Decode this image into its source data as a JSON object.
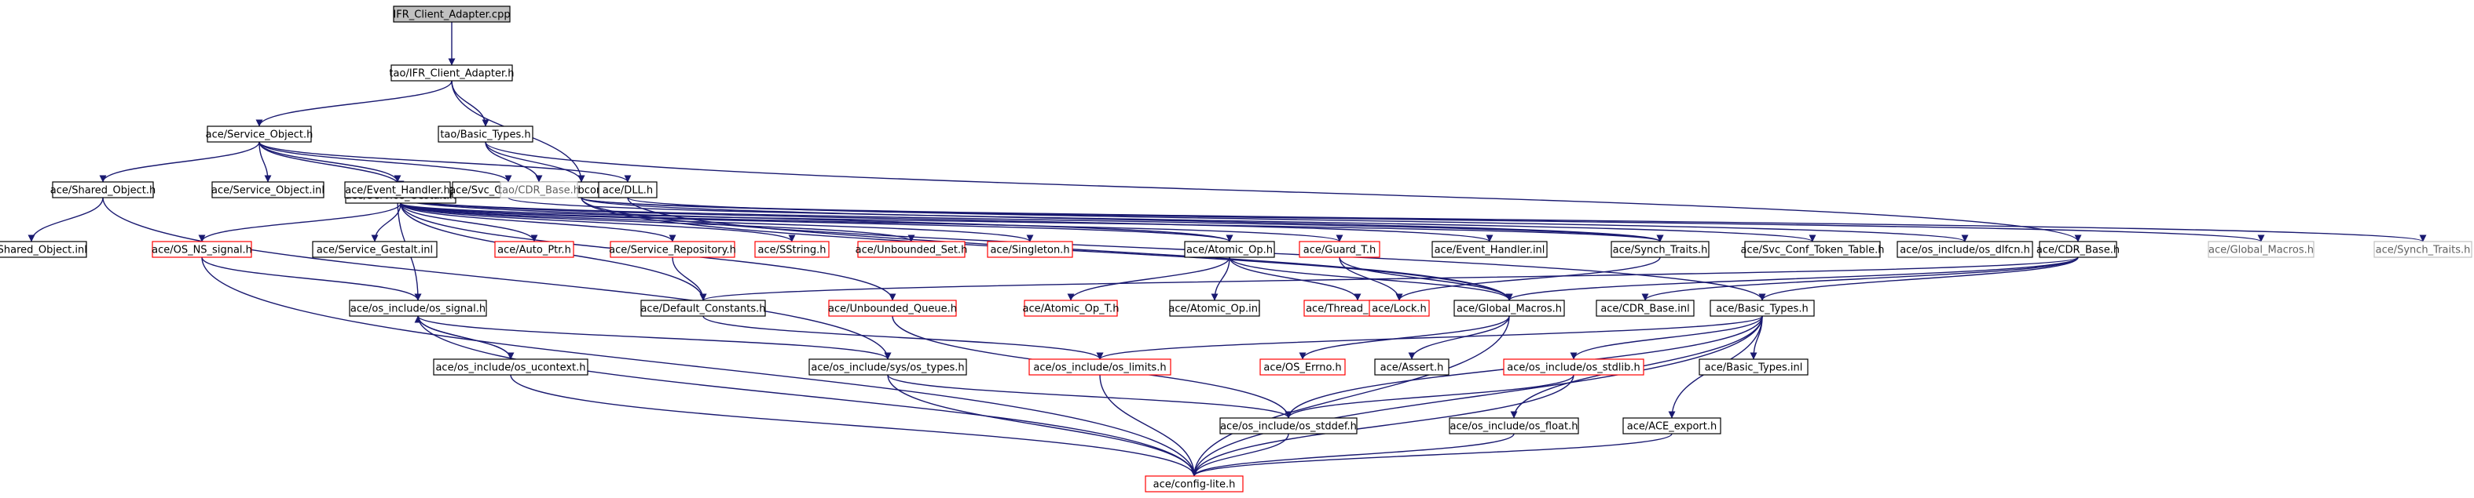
{
  "colors": {
    "background": "#ffffff",
    "edge": "#191970",
    "node_border": "#000000",
    "node_border_external": "#ff0000",
    "node_border_system": "#c0c0c0",
    "root_fill": "#c0c0c0",
    "text": "#000000"
  },
  "nodes": [
    {
      "id": "ifr_cpp",
      "label": "IFR_Client_Adapter.cpp",
      "kind": "root"
    },
    {
      "id": "ifr_h",
      "label": "tao/IFR_Client_Adapter.h",
      "kind": "normal"
    },
    {
      "id": "svc_obj",
      "label": "ace/Service_Object.h",
      "kind": "normal"
    },
    {
      "id": "tao_basic",
      "label": "tao/Basic_Types.h",
      "kind": "normal"
    },
    {
      "id": "orbconf",
      "label": "tao/orbconf.h",
      "kind": "normal"
    },
    {
      "id": "shared_obj",
      "label": "ace/Shared_Object.h",
      "kind": "normal"
    },
    {
      "id": "svc_gestalt",
      "label": "ace/Service_Gestalt.h",
      "kind": "normal"
    },
    {
      "id": "svc_obj_inl",
      "label": "ace/Service_Object.inl",
      "kind": "normal"
    },
    {
      "id": "event_handler",
      "label": "ace/Event_Handler.h",
      "kind": "normal"
    },
    {
      "id": "svc_conf_tokens",
      "label": "ace/Svc_Conf_Tokens.h",
      "kind": "normal"
    },
    {
      "id": "dll",
      "label": "ace/DLL.h",
      "kind": "normal"
    },
    {
      "id": "tao_cdr_base",
      "label": "tao/CDR_Base.h",
      "kind": "system"
    },
    {
      "id": "shared_obj_inl",
      "label": "ace/Shared_Object.inl",
      "kind": "normal"
    },
    {
      "id": "os_ns_signal",
      "label": "ace/OS_NS_signal.h",
      "kind": "external"
    },
    {
      "id": "svc_gestalt_inl",
      "label": "ace/Service_Gestalt.inl",
      "kind": "normal"
    },
    {
      "id": "auto_ptr",
      "label": "ace/Auto_Ptr.h",
      "kind": "external"
    },
    {
      "id": "svc_repo",
      "label": "ace/Service_Repository.h",
      "kind": "external"
    },
    {
      "id": "sstring",
      "label": "ace/SString.h",
      "kind": "external"
    },
    {
      "id": "unbounded_set",
      "label": "ace/Unbounded_Set.h",
      "kind": "external"
    },
    {
      "id": "singleton",
      "label": "ace/Singleton.h",
      "kind": "external"
    },
    {
      "id": "atomic_op",
      "label": "ace/Atomic_Op.h",
      "kind": "normal"
    },
    {
      "id": "guard_t",
      "label": "ace/Guard_T.h",
      "kind": "external"
    },
    {
      "id": "event_handler_inl",
      "label": "ace/Event_Handler.inl",
      "kind": "normal"
    },
    {
      "id": "synch_traits",
      "label": "ace/Synch_Traits.h",
      "kind": "normal"
    },
    {
      "id": "svc_conf_token_table",
      "label": "ace/Svc_Conf_Token_Table.h",
      "kind": "normal"
    },
    {
      "id": "os_dlfcn",
      "label": "ace/os_include/os_dlfcn.h",
      "kind": "normal"
    },
    {
      "id": "cdr_base",
      "label": "ace/CDR_Base.h",
      "kind": "normal"
    },
    {
      "id": "global_macros_sys",
      "label": "ace/Global_Macros.h",
      "kind": "system"
    },
    {
      "id": "synch_traits_sys",
      "label": "ace/Synch_Traits.h",
      "kind": "system"
    },
    {
      "id": "os_signal",
      "label": "ace/os_include/os_signal.h",
      "kind": "normal"
    },
    {
      "id": "default_constants",
      "label": "ace/Default_Constants.h",
      "kind": "normal"
    },
    {
      "id": "unbounded_queue",
      "label": "ace/Unbounded_Queue.h",
      "kind": "external"
    },
    {
      "id": "atomic_op_t",
      "label": "ace/Atomic_Op_T.h",
      "kind": "external"
    },
    {
      "id": "atomic_op_inl",
      "label": "ace/Atomic_Op.inl",
      "kind": "normal"
    },
    {
      "id": "thread_mutex",
      "label": "ace/Thread_Mutex.h",
      "kind": "external"
    },
    {
      "id": "lock",
      "label": "ace/Lock.h",
      "kind": "external"
    },
    {
      "id": "global_macros",
      "label": "ace/Global_Macros.h",
      "kind": "normal"
    },
    {
      "id": "cdr_base_inl",
      "label": "ace/CDR_Base.inl",
      "kind": "normal"
    },
    {
      "id": "basic_types",
      "label": "ace/Basic_Types.h",
      "kind": "normal"
    },
    {
      "id": "os_ucontext",
      "label": "ace/os_include/os_ucontext.h",
      "kind": "normal"
    },
    {
      "id": "os_sys_types",
      "label": "ace/os_include/sys/os_types.h",
      "kind": "normal"
    },
    {
      "id": "os_limits",
      "label": "ace/os_include/os_limits.h",
      "kind": "external"
    },
    {
      "id": "os_errno",
      "label": "ace/OS_Errno.h",
      "kind": "external"
    },
    {
      "id": "assert",
      "label": "ace/Assert.h",
      "kind": "normal"
    },
    {
      "id": "os_stdlib",
      "label": "ace/os_include/os_stdlib.h",
      "kind": "external"
    },
    {
      "id": "basic_types_inl",
      "label": "ace/Basic_Types.inl",
      "kind": "normal"
    },
    {
      "id": "os_stddef",
      "label": "ace/os_include/os_stddef.h",
      "kind": "normal"
    },
    {
      "id": "os_float",
      "label": "ace/os_include/os_float.h",
      "kind": "normal"
    },
    {
      "id": "ace_export",
      "label": "ace/ACE_export.h",
      "kind": "normal"
    },
    {
      "id": "config_lite",
      "label": "ace/config-lite.h",
      "kind": "external"
    }
  ],
  "edges": [
    [
      "ifr_cpp",
      "ifr_h"
    ],
    [
      "ifr_h",
      "svc_obj"
    ],
    [
      "ifr_h",
      "tao_basic"
    ],
    [
      "ifr_h",
      "orbconf"
    ],
    [
      "svc_obj",
      "shared_obj"
    ],
    [
      "svc_obj",
      "svc_gestalt"
    ],
    [
      "svc_obj",
      "svc_obj_inl"
    ],
    [
      "svc_obj",
      "event_handler"
    ],
    [
      "svc_obj",
      "svc_conf_tokens"
    ],
    [
      "svc_obj",
      "dll"
    ],
    [
      "tao_basic",
      "tao_cdr_base"
    ],
    [
      "tao_basic",
      "cdr_base"
    ],
    [
      "tao_basic",
      "orbconf"
    ],
    [
      "orbconf",
      "synch_traits"
    ],
    [
      "orbconf",
      "global_macros_sys"
    ],
    [
      "orbconf",
      "synch_traits_sys"
    ],
    [
      "orbconf",
      "basic_types"
    ],
    [
      "orbconf",
      "global_macros"
    ],
    [
      "shared_obj",
      "shared_obj_inl"
    ],
    [
      "shared_obj",
      "os_sys_types"
    ],
    [
      "svc_gestalt",
      "os_ns_signal"
    ],
    [
      "svc_gestalt",
      "svc_gestalt_inl"
    ],
    [
      "svc_gestalt",
      "auto_ptr"
    ],
    [
      "svc_gestalt",
      "svc_repo"
    ],
    [
      "svc_gestalt",
      "sstring"
    ],
    [
      "svc_gestalt",
      "unbounded_set"
    ],
    [
      "svc_gestalt",
      "singleton"
    ],
    [
      "svc_gestalt",
      "atomic_op"
    ],
    [
      "svc_gestalt",
      "guard_t"
    ],
    [
      "svc_gestalt",
      "synch_traits"
    ],
    [
      "svc_gestalt",
      "default_constants"
    ],
    [
      "svc_gestalt",
      "unbounded_queue"
    ],
    [
      "event_handler",
      "event_handler_inl"
    ],
    [
      "event_handler",
      "synch_traits"
    ],
    [
      "event_handler",
      "atomic_op"
    ],
    [
      "event_handler",
      "os_signal"
    ],
    [
      "svc_conf_tokens",
      "svc_conf_token_table"
    ],
    [
      "dll",
      "os_dlfcn"
    ],
    [
      "dll",
      "global_macros"
    ],
    [
      "os_ns_signal",
      "os_signal"
    ],
    [
      "os_ns_signal",
      "config_lite"
    ],
    [
      "svc_repo",
      "default_constants"
    ],
    [
      "atomic_op",
      "atomic_op_t"
    ],
    [
      "atomic_op",
      "atomic_op_inl"
    ],
    [
      "atomic_op",
      "thread_mutex"
    ],
    [
      "atomic_op",
      "global_macros"
    ],
    [
      "guard_t",
      "lock"
    ],
    [
      "guard_t",
      "global_macros"
    ],
    [
      "synch_traits",
      "lock"
    ],
    [
      "cdr_base",
      "basic_types"
    ],
    [
      "cdr_base",
      "cdr_base_inl"
    ],
    [
      "cdr_base",
      "default_constants"
    ],
    [
      "cdr_base",
      "global_macros"
    ],
    [
      "os_signal",
      "os_ucontext"
    ],
    [
      "os_signal",
      "os_sys_types"
    ],
    [
      "os_signal",
      "config_lite"
    ],
    [
      "os_ucontext",
      "os_signal"
    ],
    [
      "os_ucontext",
      "config_lite"
    ],
    [
      "default_constants",
      "os_limits"
    ],
    [
      "unbounded_queue",
      "os_stddef"
    ],
    [
      "global_macros",
      "config_lite"
    ],
    [
      "global_macros",
      "os_errno"
    ],
    [
      "global_macros",
      "assert"
    ],
    [
      "basic_types",
      "os_limits"
    ],
    [
      "basic_types",
      "os_stdlib"
    ],
    [
      "basic_types",
      "basic_types_inl"
    ],
    [
      "basic_types",
      "os_stddef"
    ],
    [
      "basic_types",
      "os_float"
    ],
    [
      "basic_types",
      "ace_export"
    ],
    [
      "basic_types",
      "config_lite"
    ],
    [
      "os_sys_types",
      "os_stddef"
    ],
    [
      "os_sys_types",
      "config_lite"
    ],
    [
      "os_limits",
      "config_lite"
    ],
    [
      "os_stdlib",
      "os_stddef"
    ],
    [
      "os_stdlib",
      "config_lite"
    ],
    [
      "os_stddef",
      "config_lite"
    ],
    [
      "os_float",
      "config_lite"
    ],
    [
      "ace_export",
      "config_lite"
    ]
  ]
}
